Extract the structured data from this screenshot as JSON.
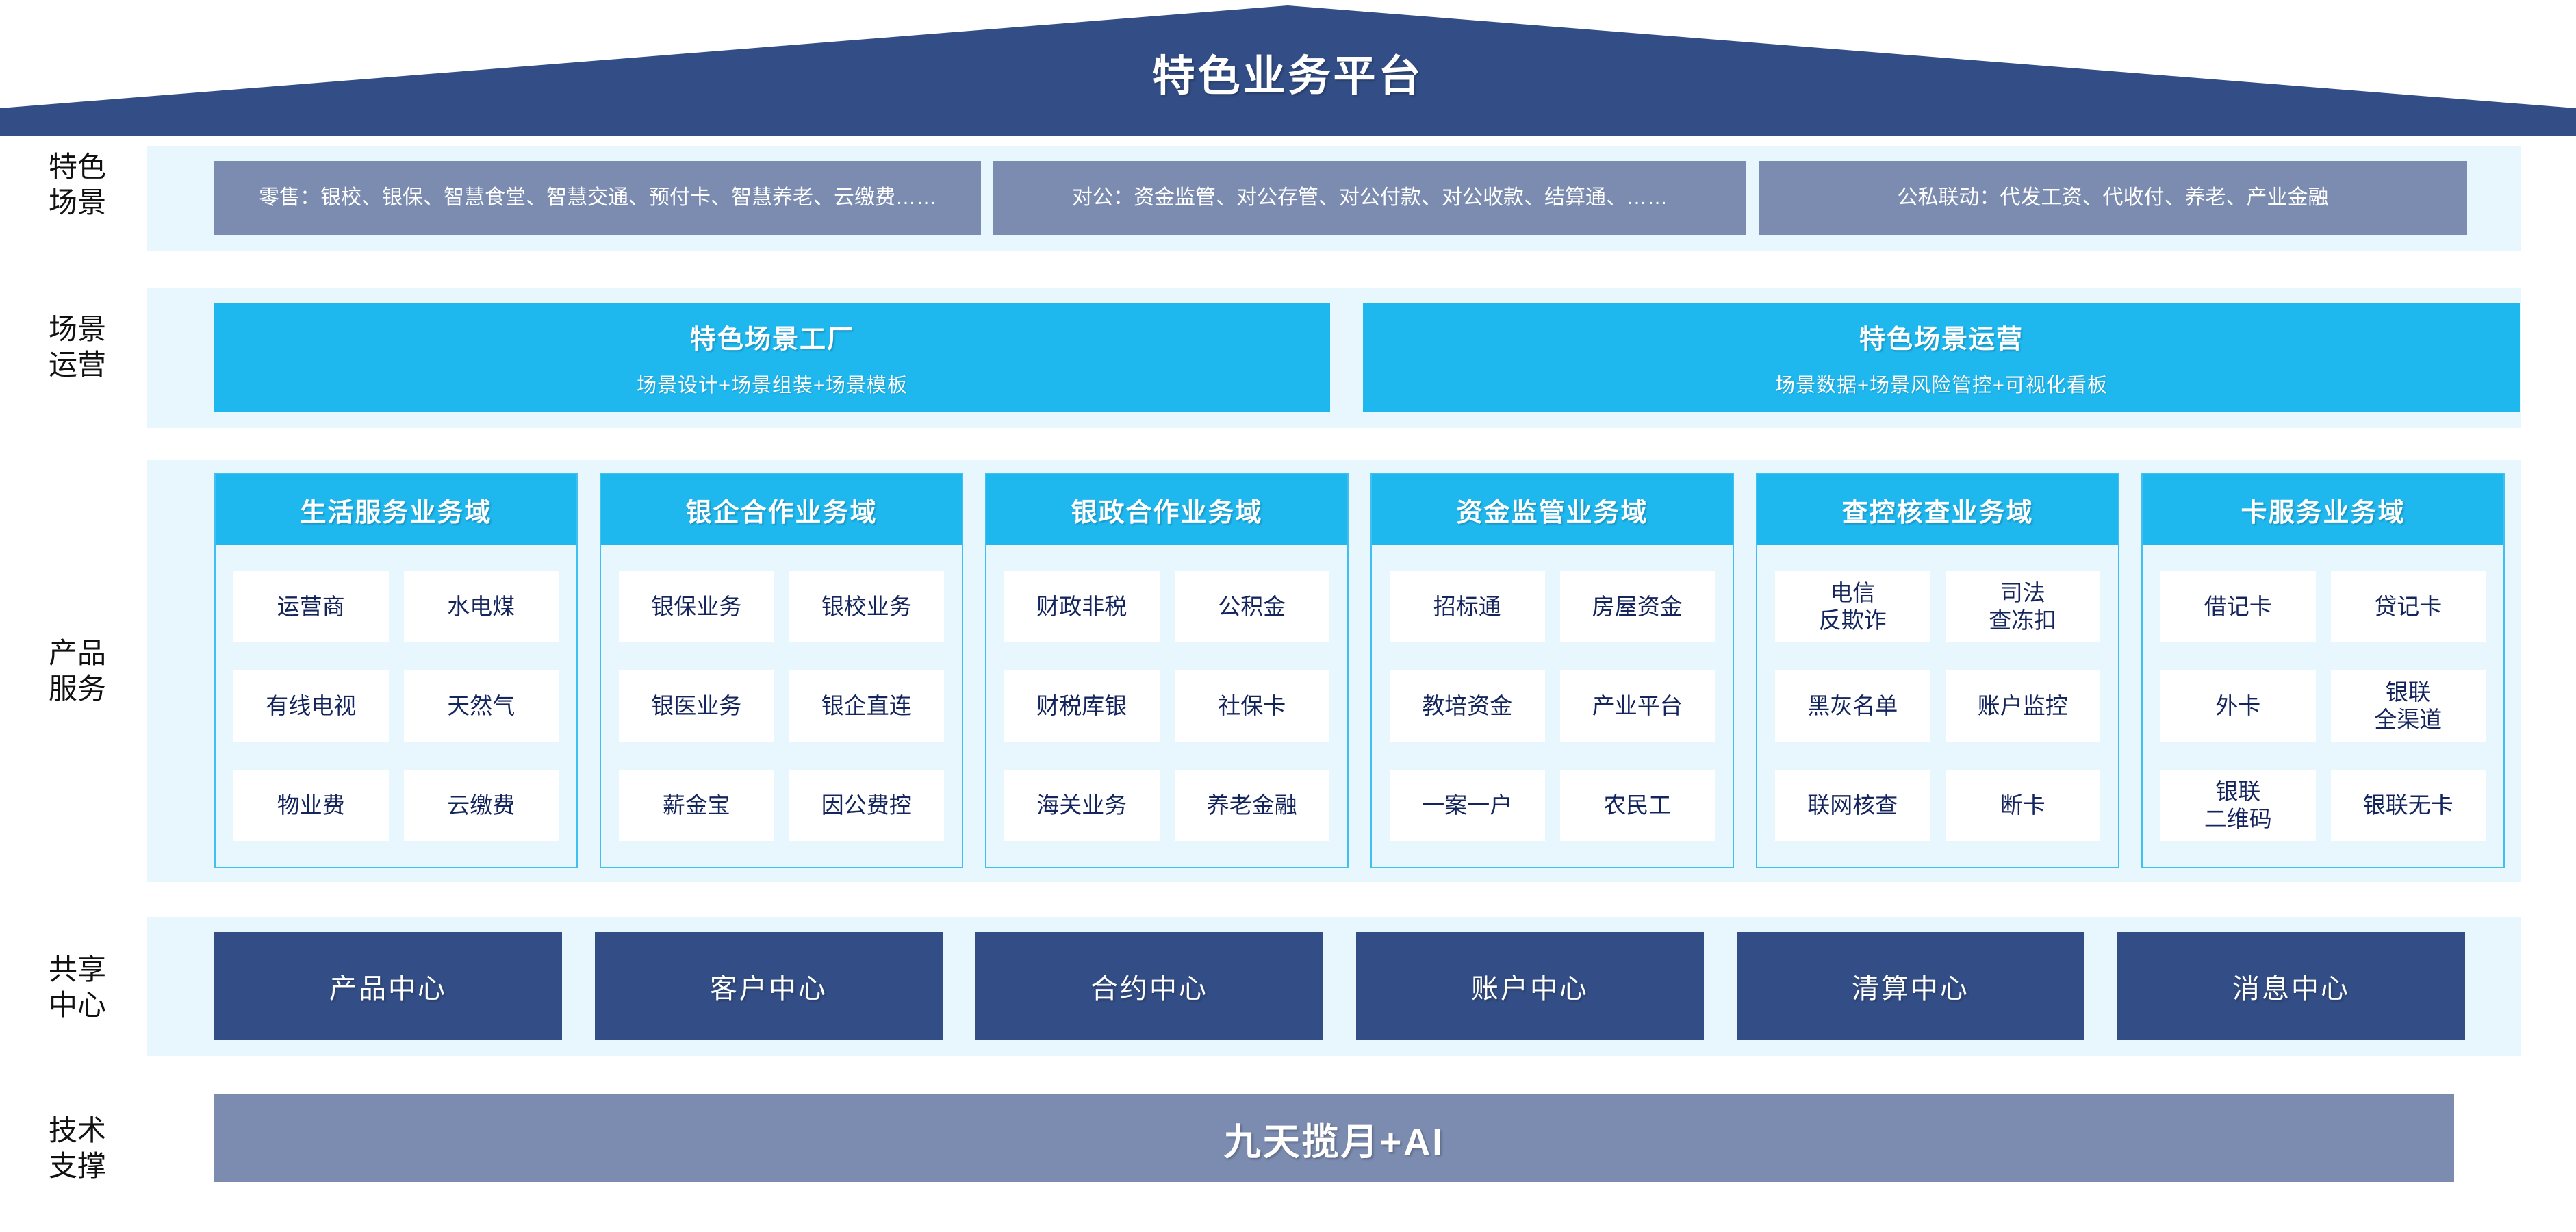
{
  "colors": {
    "roof": "#334e86",
    "panel_bg": "#e8f6fd",
    "scene_box": "#7b8cb0",
    "cyan": "#1eb7ee",
    "cyan_border": "#3fc0f0",
    "navy": "#334e86",
    "cell_text": "#14255e",
    "tech_bar": "#7b8cb0"
  },
  "header": {
    "title": "特色业务平台"
  },
  "rails": {
    "scene": "特色\n场景",
    "ops": "场景\n运营",
    "product": "产品\n服务",
    "shared": "共享\n中心",
    "tech": "技术\n支撑"
  },
  "scenarios": {
    "items": [
      {
        "label": "零售：银校、银保、智慧食堂、智慧交通、预付卡、智慧养老、云缴费……"
      },
      {
        "label": "对公：资金监管、对公存管、对公付款、对公收款、结算通、……"
      },
      {
        "label": "公私联动：代发工资、代收付、养老、产业金融"
      }
    ]
  },
  "scene_ops": {
    "items": [
      {
        "title": "特色场景工厂",
        "subtitle": "场景设计+场景组装+场景模板"
      },
      {
        "title": "特色场景运营",
        "subtitle": "场景数据+场景风险管控+可视化看板"
      }
    ]
  },
  "product_domains": [
    {
      "title": "生活服务业务域",
      "rows": [
        [
          "运营商",
          "水电煤"
        ],
        [
          "有线电视",
          "天然气"
        ],
        [
          "物业费",
          "云缴费"
        ]
      ]
    },
    {
      "title": "银企合作业务域",
      "rows": [
        [
          "银保业务",
          "银校业务"
        ],
        [
          "银医业务",
          "银企直连"
        ],
        [
          "薪金宝",
          "因公费控"
        ]
      ]
    },
    {
      "title": "银政合作业务域",
      "rows": [
        [
          "财政非税",
          "公积金"
        ],
        [
          "财税库银",
          "社保卡"
        ],
        [
          "海关业务",
          "养老金融"
        ]
      ]
    },
    {
      "title": "资金监管业务域",
      "rows": [
        [
          "招标通",
          "房屋资金"
        ],
        [
          "教培资金",
          "产业平台"
        ],
        [
          "一案一户",
          "农民工"
        ]
      ]
    },
    {
      "title": "查控核查业务域",
      "rows": [
        [
          "电信\n反欺诈",
          "司法\n查冻扣"
        ],
        [
          "黑灰名单",
          "账户监控"
        ],
        [
          "联网核查",
          "断卡"
        ]
      ]
    },
    {
      "title": "卡服务业务域",
      "rows": [
        [
          "借记卡",
          "贷记卡"
        ],
        [
          "外卡",
          "银联\n全渠道"
        ],
        [
          "银联\n二维码",
          "银联无卡"
        ]
      ]
    }
  ],
  "shared_centers": {
    "items": [
      "产品中心",
      "客户中心",
      "合约中心",
      "账户中心",
      "清算中心",
      "消息中心"
    ]
  },
  "tech_support": {
    "label": "九天揽月+AI"
  }
}
